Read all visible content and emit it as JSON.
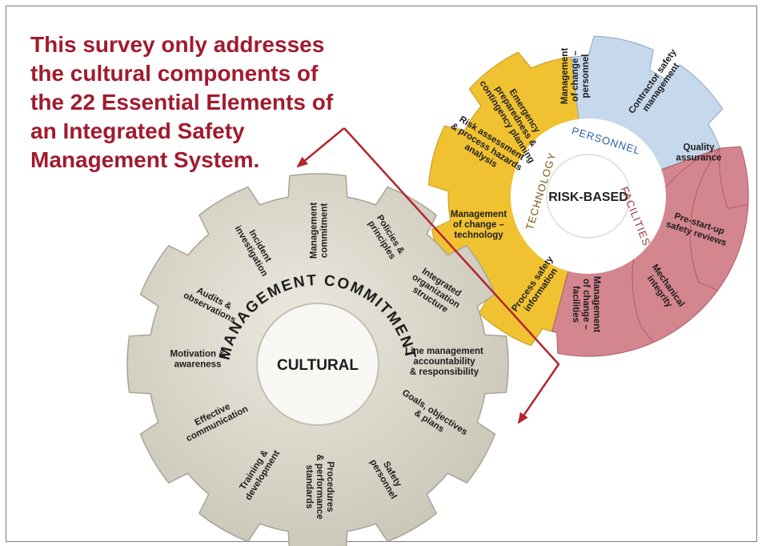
{
  "headline": {
    "lines": [
      "This survey only addresses",
      "the cultural components of",
      "the 22 Essential Elements of",
      "an Integrated Safety",
      "Management System."
    ]
  },
  "colors": {
    "headline": "#a11b2e",
    "technology": "#f0c232",
    "personnel": "#c6d8ec",
    "facilities": "#d4868f",
    "cultural_gear": "#dcd9cc",
    "arrow": "#b3262e"
  },
  "risk_gear": {
    "center_label": "RISK-BASED",
    "sectors": {
      "technology": "TECHNOLOGY",
      "personnel": "PERSONNEL",
      "facilities": "FACILITIES"
    },
    "elements": [
      [
        "Emergency",
        "preparedness &",
        "contingency planning"
      ],
      [
        "Management",
        "of change –",
        "personnel"
      ],
      [
        "Contractor safety",
        "management"
      ],
      [
        "Risk assessment",
        "& process hazards",
        "analysis"
      ],
      [
        "Quality",
        "assurance"
      ],
      [
        "Management",
        "of change –",
        "technology"
      ],
      [
        "Pre-start-up",
        "safety reviews"
      ],
      [
        "Process safety",
        "information"
      ],
      [
        "Management",
        "of change –",
        "facilities"
      ],
      [
        "Mechanical",
        "integrity"
      ]
    ]
  },
  "cultural_gear": {
    "center_label": "CULTURAL",
    "ring_label": "MANAGEMENT COMMITMENT",
    "elements": [
      [
        "Management",
        "commitment"
      ],
      [
        "Policies &",
        "principles"
      ],
      [
        "Integrated",
        "organization",
        "structure"
      ],
      [
        "Line management",
        "accountability",
        "& responsibility"
      ],
      [
        "Goals, objectives",
        "& plans"
      ],
      [
        "Safety",
        "personnel"
      ],
      [
        "Procedures",
        "& performance",
        "standards"
      ],
      [
        "Training &",
        "development"
      ],
      [
        "Effective",
        "communication"
      ],
      [
        "Motivation &",
        "awareness"
      ],
      [
        "Audits &",
        "observations"
      ],
      [
        "Incident",
        "investigation"
      ]
    ]
  }
}
